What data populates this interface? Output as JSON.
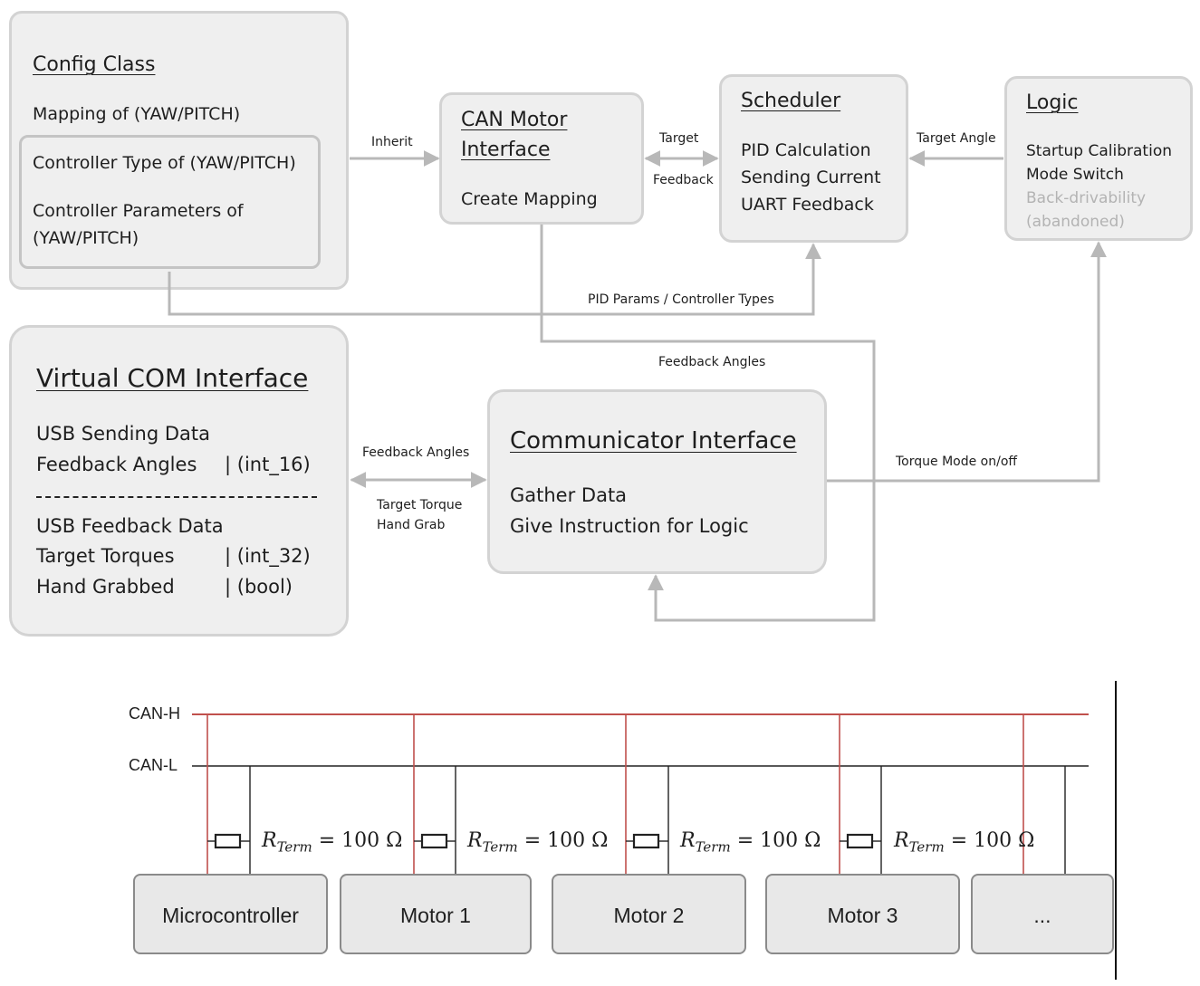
{
  "config": {
    "title": "Config Class",
    "mapping": "Mapping of (YAW/PITCH)",
    "controller_type": "Controller Type of (YAW/PITCH)",
    "controller_params_1": "Controller Parameters of",
    "controller_params_2": "(YAW/PITCH)"
  },
  "can_motor": {
    "title_1": "CAN Motor",
    "title_2": "Interface",
    "item": "Create Mapping"
  },
  "scheduler": {
    "title": "Scheduler",
    "items": [
      "PID Calculation",
      "Sending Current",
      "UART Feedback"
    ]
  },
  "logic": {
    "title": "Logic",
    "items": [
      "Startup Calibration",
      "Mode Switch"
    ],
    "muted_items": [
      "Back-drivability",
      "(abandoned)"
    ]
  },
  "virtual_com": {
    "title": "Virtual COM Interface",
    "sending_header": "USB Sending Data",
    "feedback_angles": "Feedback Angles",
    "feedback_angles_type": "| (int_16)",
    "feedback_header": "USB Feedback Data",
    "target_torques": "Target Torques",
    "target_torques_type": "| (int_32)",
    "hand_grabbed": "Hand Grabbed",
    "hand_grabbed_type": "| (bool)"
  },
  "communicator": {
    "title": "Communicator Interface",
    "items": [
      "Gather Data",
      "Give Instruction for Logic"
    ]
  },
  "arrow_labels": {
    "inherit": "Inherit",
    "target": "Target",
    "feedback": "Feedback",
    "target_angle": "Target Angle",
    "pid_params": "PID Params / Controller Types",
    "feedback_angles_top": "Feedback Angles",
    "feedback_angles_left": "Feedback Angles",
    "target_torque": "Target Torque",
    "hand_grab": "Hand Grab",
    "torque_mode": "Torque Mode on/off"
  },
  "can_bus": {
    "high_label": "CAN-H",
    "low_label": "CAN-L",
    "resistor_label": "R",
    "resistor_subscript": "Term",
    "resistor_value": " = 100 Ω",
    "nodes": [
      "Microcontroller",
      "Motor 1",
      "Motor 2",
      "Motor 3",
      "..."
    ],
    "colors": {
      "high": "#c0504d",
      "low": "#222222"
    }
  }
}
